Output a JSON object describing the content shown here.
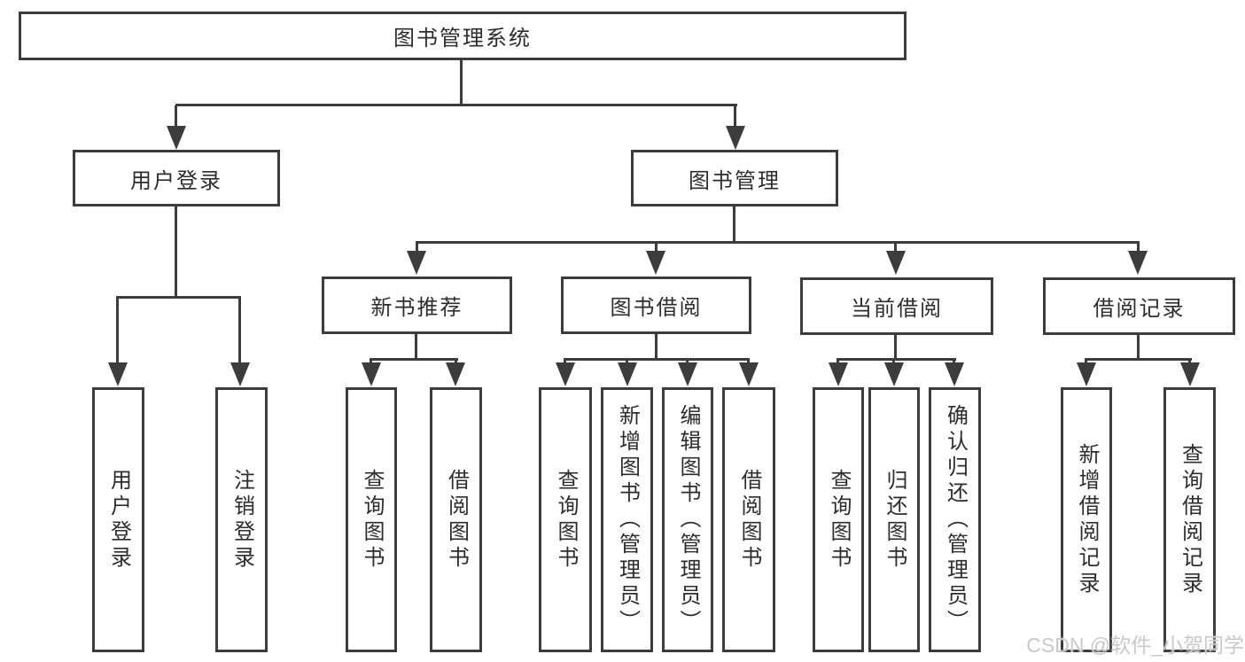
{
  "colors": {
    "line": "#3c3c3c",
    "box_border": "#3c3c3c",
    "text": "#2d2d2d",
    "background": "#ffffff",
    "watermark": "#c9c9c9"
  },
  "watermark": {
    "text": "CSDN @软件_小贺同学"
  },
  "tree": {
    "label": "图书管理系统",
    "children": [
      {
        "label": "用户登录",
        "children": [
          {
            "label": "用户登录"
          },
          {
            "label": "注销登录"
          }
        ]
      },
      {
        "label": "图书管理",
        "children": [
          {
            "label": "新书推荐",
            "children": [
              {
                "label": "查询图书"
              },
              {
                "label": "借阅图书"
              }
            ]
          },
          {
            "label": "图书借阅",
            "children": [
              {
                "label": "查询图书"
              },
              {
                "label": "新增图书（管理员）"
              },
              {
                "label": "编辑图书（管理员）"
              },
              {
                "label": "借阅图书"
              }
            ]
          },
          {
            "label": "当前借阅",
            "children": [
              {
                "label": "查询图书"
              },
              {
                "label": "归还图书"
              },
              {
                "label": "确认归还（管理员）"
              }
            ]
          },
          {
            "label": "借阅记录",
            "children": [
              {
                "label": "新增借阅记录"
              },
              {
                "label": "查询借阅记录"
              }
            ]
          }
        ]
      }
    ]
  }
}
